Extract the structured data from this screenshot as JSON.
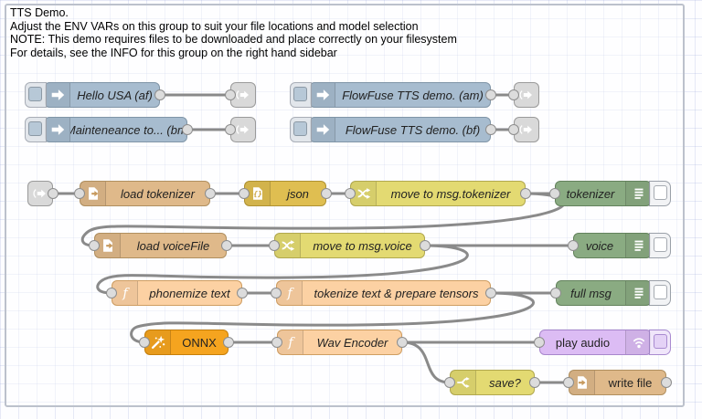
{
  "app": "node-red-flow-editor",
  "colors": {
    "inject_node": "#a7bccf",
    "link_node": "#d9d9d9",
    "file_node": "#dfb98a",
    "json_node": "#dfbe51",
    "change_node": "#e3da72",
    "switch_node": "#e3da72",
    "function_node": "#fcd1a3",
    "onnx_node": "#f5a41f",
    "debug_node": "#8aab82",
    "audio_node": "#dcbcf4",
    "wire": "#8a8a8a",
    "group_border": "#bcc1cc"
  },
  "icons": {
    "inject": "arrow-right-icon",
    "link": "link-arrow-icon",
    "file": "document-icon",
    "json": "curly-braces-document-icon",
    "change": "shuffle-arrows-icon",
    "switch": "fork-arrows-icon",
    "function": "italic-f-icon",
    "onnx": "magic-wand-icon",
    "debug": "list-lines-icon",
    "audio": "broadcast-audio-icon"
  },
  "flow": {
    "note_lines": [
      "TTS Demo.",
      "Adjust the ENV VARs on this group to suit your file locations and model selection",
      "NOTE: This demo requires files to be downloaded and place correctly on your filesystem",
      "For details, see the INFO for this group on the right hand sidebar"
    ],
    "nodes": {
      "inject_hello": {
        "type": "inject",
        "label": "Hello USA (af)"
      },
      "inject_maintenance": {
        "type": "inject",
        "label": "Mainteneance to... (bm)"
      },
      "inject_am": {
        "type": "inject",
        "label": "FlowFuse TTS demo. (am)"
      },
      "inject_bf": {
        "type": "inject",
        "label": "FlowFuse TTS demo. (bf)"
      },
      "load_tokenizer": {
        "type": "file-in",
        "label": "load tokenizer"
      },
      "json": {
        "type": "json",
        "label": "json"
      },
      "move_tokenizer": {
        "type": "change",
        "label": "move to msg.tokenizer"
      },
      "debug_tokenizer": {
        "type": "debug",
        "label": "tokenizer"
      },
      "load_voicefile": {
        "type": "file-in",
        "label": "load voiceFile"
      },
      "move_voice": {
        "type": "change",
        "label": "move to msg.voice"
      },
      "debug_voice": {
        "type": "debug",
        "label": "voice"
      },
      "phonemize": {
        "type": "function",
        "label": "phonemize text"
      },
      "tokenize": {
        "type": "function",
        "label": "tokenize text & prepare tensors"
      },
      "debug_fullmsg": {
        "type": "debug",
        "label": "full msg"
      },
      "onnx": {
        "type": "onnx",
        "label": "ONNX"
      },
      "wav_encoder": {
        "type": "function",
        "label": "Wav Encoder"
      },
      "play_audio": {
        "type": "ui-audio",
        "label": "play audio"
      },
      "save_switch": {
        "type": "switch",
        "label": "save?"
      },
      "write_file": {
        "type": "file",
        "label": "write file"
      }
    }
  }
}
